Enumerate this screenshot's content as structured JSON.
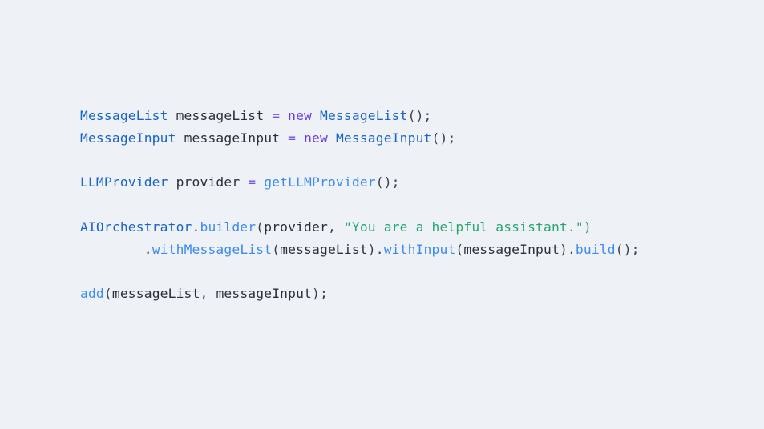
{
  "page": {
    "background_color": "#eef2f6",
    "kind": "code-snippet-slide"
  },
  "palette": {
    "type_color": "#1a63c8",
    "keyword_color": "#6b3ce6",
    "operator_color": "#7b4fe8",
    "method_color": "#3d8bf2",
    "string_color": "#27a56f",
    "plain_color": "#2b3038",
    "background": "#eef2f6"
  },
  "code": {
    "language": "java",
    "lines": [
      {
        "id": "line-1",
        "indent": "",
        "tokens": [
          {
            "text": "MessageList",
            "type": "type"
          },
          {
            "text": " ",
            "type": "plain"
          },
          {
            "text": "messageList",
            "type": "plain"
          },
          {
            "text": " ",
            "type": "plain"
          },
          {
            "text": "=",
            "type": "operator"
          },
          {
            "text": " ",
            "type": "plain"
          },
          {
            "text": "new",
            "type": "keyword"
          },
          {
            "text": " ",
            "type": "plain"
          },
          {
            "text": "MessageList",
            "type": "type"
          },
          {
            "text": "();",
            "type": "punct"
          }
        ]
      },
      {
        "id": "line-2",
        "indent": "",
        "tokens": [
          {
            "text": "MessageInput",
            "type": "type"
          },
          {
            "text": " ",
            "type": "plain"
          },
          {
            "text": "messageInput",
            "type": "plain"
          },
          {
            "text": " ",
            "type": "plain"
          },
          {
            "text": "=",
            "type": "operator"
          },
          {
            "text": " ",
            "type": "plain"
          },
          {
            "text": "new",
            "type": "keyword"
          },
          {
            "text": " ",
            "type": "plain"
          },
          {
            "text": "MessageInput",
            "type": "type"
          },
          {
            "text": "();",
            "type": "punct"
          }
        ]
      },
      {
        "id": "line-3",
        "indent": "",
        "tokens": []
      },
      {
        "id": "line-4",
        "indent": "",
        "tokens": [
          {
            "text": "LLMProvider",
            "type": "type"
          },
          {
            "text": " ",
            "type": "plain"
          },
          {
            "text": "provider",
            "type": "plain"
          },
          {
            "text": " ",
            "type": "plain"
          },
          {
            "text": "=",
            "type": "operator"
          },
          {
            "text": " ",
            "type": "plain"
          },
          {
            "text": "getLLMProvider",
            "type": "method"
          },
          {
            "text": "();",
            "type": "punct"
          }
        ]
      },
      {
        "id": "line-5",
        "indent": "",
        "tokens": []
      },
      {
        "id": "line-6",
        "indent": "",
        "tokens": [
          {
            "text": "AIOrchestrator",
            "type": "type"
          },
          {
            "text": ".",
            "type": "punct"
          },
          {
            "text": "builder",
            "type": "method"
          },
          {
            "text": "(",
            "type": "punct"
          },
          {
            "text": "provider",
            "type": "plain"
          },
          {
            "text": ", ",
            "type": "punct"
          },
          {
            "text": "\"You are a helpful assistant.\"",
            "type": "string"
          },
          {
            "text": ")",
            "type": "punct-str"
          }
        ]
      },
      {
        "id": "line-7",
        "indent": "        ",
        "tokens": [
          {
            "text": ".",
            "type": "punct"
          },
          {
            "text": "withMessageList",
            "type": "method"
          },
          {
            "text": "(",
            "type": "punct"
          },
          {
            "text": "messageList",
            "type": "plain"
          },
          {
            "text": ")",
            "type": "punct"
          },
          {
            "text": ".",
            "type": "punct"
          },
          {
            "text": "withInput",
            "type": "method"
          },
          {
            "text": "(",
            "type": "punct"
          },
          {
            "text": "messageInput",
            "type": "plain"
          },
          {
            "text": ")",
            "type": "punct"
          },
          {
            "text": ".",
            "type": "punct"
          },
          {
            "text": "build",
            "type": "method"
          },
          {
            "text": "();",
            "type": "punct"
          }
        ]
      },
      {
        "id": "line-8",
        "indent": "",
        "tokens": []
      },
      {
        "id": "line-9",
        "indent": "",
        "tokens": [
          {
            "text": "add",
            "type": "method"
          },
          {
            "text": "(",
            "type": "punct"
          },
          {
            "text": "messageList",
            "type": "plain"
          },
          {
            "text": ", ",
            "type": "punct"
          },
          {
            "text": "messageInput",
            "type": "plain"
          },
          {
            "text": ");",
            "type": "punct"
          }
        ]
      }
    ]
  }
}
